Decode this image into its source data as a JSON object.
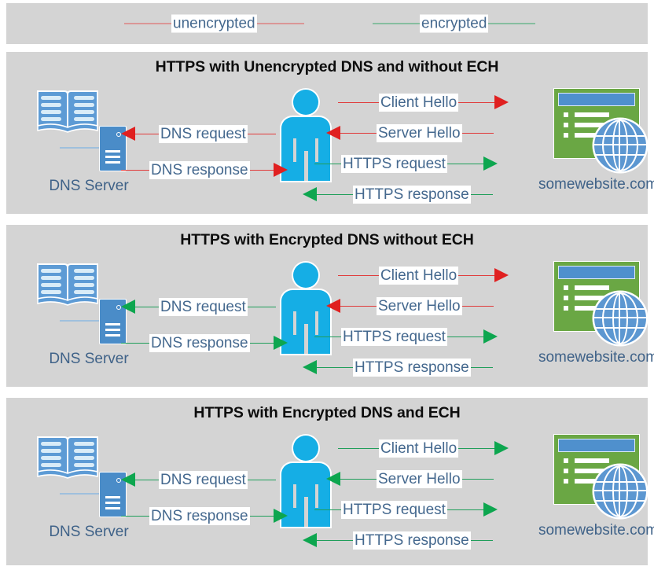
{
  "legend": {
    "items": [
      {
        "label": "unencrypted",
        "color": "#e15759",
        "name": "legend-unencrypted"
      },
      {
        "label": "encrypted",
        "color": "#37a86a",
        "name": "legend-encrypted"
      }
    ]
  },
  "colors": {
    "panel_background": "#d4d4d4",
    "page_background": "#ffffff",
    "unencrypted": "#e03c3c",
    "encrypted": "#1f9e5a",
    "label_text": "#44688e",
    "title_text": "#0d0d0d",
    "person": "#15aee5",
    "server": "#4a8cc8",
    "browser": "#6aa744",
    "browser_bar": "#4f90cd",
    "globe": "#5c97d1"
  },
  "nodes": {
    "dns_server_label": "DNS Server",
    "website_label": "somewebsite.com",
    "dns_icon": "open-book-icon",
    "server_icon": "server-rack-icon",
    "client_icon": "person-icon",
    "website_icon": "browser-window-globe-icon"
  },
  "panels": [
    {
      "id": "panel-1",
      "title": "HTTPS with Unencrypted DNS and without ECH",
      "dns_messages": [
        {
          "label": "DNS request",
          "direction": "left",
          "encryption": "unencrypted"
        },
        {
          "label": "DNS response",
          "direction": "right",
          "encryption": "unencrypted"
        }
      ],
      "web_messages": [
        {
          "label": "Client Hello",
          "direction": "right",
          "encryption": "unencrypted"
        },
        {
          "label": "Server Hello",
          "direction": "left",
          "encryption": "unencrypted"
        },
        {
          "label": "HTTPS request",
          "direction": "right",
          "encryption": "encrypted"
        },
        {
          "label": "HTTPS response",
          "direction": "left",
          "encryption": "encrypted"
        }
      ]
    },
    {
      "id": "panel-2",
      "title": "HTTPS with Encrypted DNS without ECH",
      "dns_messages": [
        {
          "label": "DNS request",
          "direction": "left",
          "encryption": "encrypted"
        },
        {
          "label": "DNS response",
          "direction": "right",
          "encryption": "encrypted"
        }
      ],
      "web_messages": [
        {
          "label": "Client Hello",
          "direction": "right",
          "encryption": "unencrypted"
        },
        {
          "label": "Server Hello",
          "direction": "left",
          "encryption": "unencrypted"
        },
        {
          "label": "HTTPS request",
          "direction": "right",
          "encryption": "encrypted"
        },
        {
          "label": "HTTPS response",
          "direction": "left",
          "encryption": "encrypted"
        }
      ]
    },
    {
      "id": "panel-3",
      "title": "HTTPS with Encrypted DNS and ECH",
      "dns_messages": [
        {
          "label": "DNS request",
          "direction": "left",
          "encryption": "encrypted"
        },
        {
          "label": "DNS response",
          "direction": "right",
          "encryption": "encrypted"
        }
      ],
      "web_messages": [
        {
          "label": "Client Hello",
          "direction": "right",
          "encryption": "encrypted"
        },
        {
          "label": "Server Hello",
          "direction": "left",
          "encryption": "encrypted"
        },
        {
          "label": "HTTPS request",
          "direction": "right",
          "encryption": "encrypted"
        },
        {
          "label": "HTTPS response",
          "direction": "left",
          "encryption": "encrypted"
        }
      ]
    }
  ]
}
